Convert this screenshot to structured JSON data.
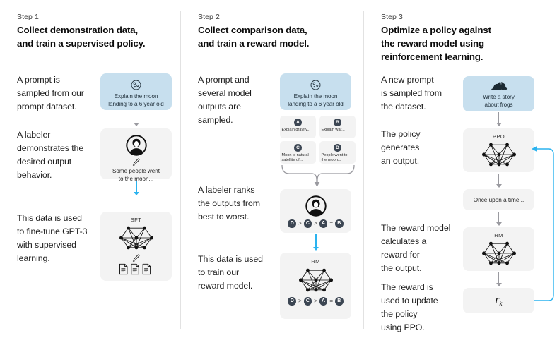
{
  "theme": {
    "blue_card": "#c7dfee",
    "gray_card": "#f3f3f3",
    "cyan_arrow": "#2bb3ef",
    "gray_arrow": "#9a9aa0",
    "text": "#1a1a1a",
    "divider": "#e2e2e2",
    "pill": "#3c4653"
  },
  "steps": [
    {
      "label": "Step 1",
      "title": "Collect demonstration data,\nand train a supervised policy.",
      "paragraphs": [
        "A prompt is\nsampled from our\nprompt dataset.",
        "A labeler\ndemonstrates the\ndesired output\nbehavior.",
        "This data is used\nto fine-tune GPT-3\nwith supervised\nlearning."
      ],
      "prompt_card": {
        "icon": "moon-icon",
        "text": "Explain the moon\nlanding to a 6 year old"
      },
      "labeler_card": {
        "icon": "labeler-avatar-icon",
        "pencil": "pencil-icon",
        "text": "Some people went\nto the moon..."
      },
      "model_card": {
        "label": "SFT",
        "icon": "neural-network-icon",
        "pencil": "pencil-icon",
        "docs": "documents-icon"
      }
    },
    {
      "label": "Step 2",
      "title": "Collect comparison data,\nand train a reward model.",
      "paragraphs": [
        "A prompt and\nseveral model\noutputs are\nsampled.",
        "A labeler ranks\nthe outputs from\nbest to worst.",
        "This data is used\nto train our\nreward model."
      ],
      "prompt_card": {
        "icon": "moon-icon",
        "text": "Explain the moon\nlanding to a 6 year old"
      },
      "options": [
        {
          "letter": "A",
          "text": "Explain gravity..."
        },
        {
          "letter": "B",
          "text": "Explain war..."
        },
        {
          "letter": "C",
          "text": "Moon is natural\nsatellite of..."
        },
        {
          "letter": "D",
          "text": "People went to\nthe moon..."
        }
      ],
      "ranking": [
        "D",
        ">",
        "C",
        ">",
        "A",
        "=",
        "B"
      ],
      "labeler_card": {
        "icon": "labeler-avatar-icon"
      },
      "model_card": {
        "label": "RM",
        "icon": "neural-network-icon"
      }
    },
    {
      "label": "Step 3",
      "title": "Optimize a policy against\nthe reward model using\nreinforcement learning.",
      "paragraphs": [
        "A new prompt\nis sampled from\nthe dataset.",
        "The policy\ngenerates\nan output.",
        "The reward model\ncalculates a\nreward for\nthe output.",
        "The reward is\nused to update\nthe policy\nusing PPO."
      ],
      "prompt_card": {
        "icon": "frog-icon",
        "text": "Write a story\nabout frogs"
      },
      "policy_card": {
        "label": "PPO",
        "icon": "neural-network-icon"
      },
      "output_card": {
        "text": "Once upon a time..."
      },
      "reward_model_card": {
        "label": "RM",
        "icon": "neural-network-icon"
      },
      "reward_card": {
        "text": "r",
        "subscript": "k"
      }
    }
  ]
}
